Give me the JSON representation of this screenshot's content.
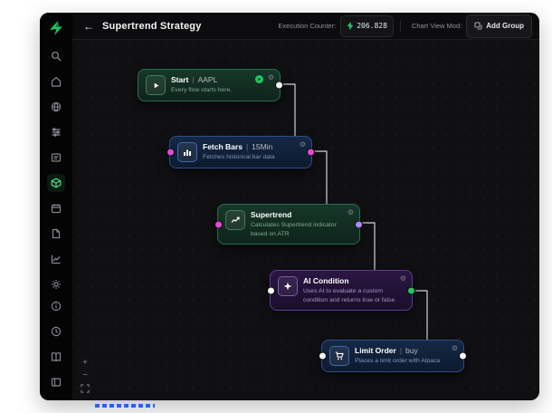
{
  "icons": {
    "back_arrow": "←",
    "gear": "⚙",
    "zoom_in": "+",
    "zoom_out": "−"
  },
  "header": {
    "title": "Supertrend Strategy",
    "execution_counter_label": "Execution Counter:",
    "execution_counter_value": "206.828",
    "chart_view_label": "Chart View Mod:",
    "add_group_label": "Add Group"
  },
  "sidebar": {
    "active_item": "strategies"
  },
  "flow": {
    "nodes": [
      {
        "title": "Start",
        "separator": "|",
        "tag": "AAPL",
        "subtitle": "Every flow starts here.",
        "theme": "green"
      },
      {
        "title": "Fetch Bars",
        "separator": "|",
        "tag": "15Min",
        "subtitle": "Fetches historical bar data",
        "theme": "blue"
      },
      {
        "title": "Supertrend",
        "subtitle": "Calculates Supertrend indicator based on ATR",
        "theme": "green"
      },
      {
        "title": "AI Condition",
        "subtitle": "Uses AI to evaluate a custom condition and returns true or false",
        "theme": "purple"
      },
      {
        "title": "Limit Order",
        "separator": "|",
        "tag": "buy",
        "subtitle": "Places a limit order with Alpaca",
        "theme": "blue"
      }
    ]
  },
  "colors": {
    "accent_green": "#22c55e",
    "node_green_border": "#2f6b4e",
    "node_blue_border": "#2c4f86",
    "node_purple_border": "#5b3b94",
    "handle_pink": "#e14bd2",
    "handle_purple": "#a78bfa",
    "edge": "#cfd3da",
    "link_blue": "#2563eb"
  }
}
